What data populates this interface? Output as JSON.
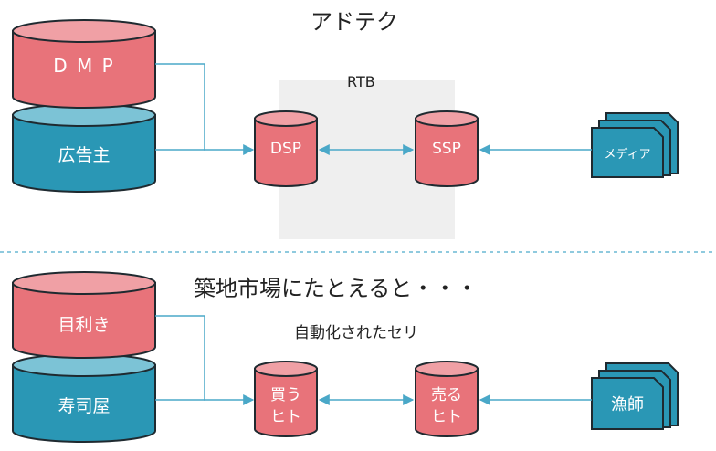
{
  "top": {
    "title": "アドテク",
    "rtb_label": "RTB",
    "dmp": "D M P",
    "advertiser": "広告主",
    "dsp": "DSP",
    "ssp": "SSP",
    "media": "メディア"
  },
  "bottom": {
    "title": "築地市場にたとえると・・・",
    "subtitle": "自動化されたセリ",
    "mekiki": "目利き",
    "sushiya": "寿司屋",
    "buyer_line1": "買う",
    "buyer_line2": "ヒト",
    "seller_line1": "売る",
    "seller_line2": "ヒト",
    "fisherman": "漁師"
  },
  "colors": {
    "red": "#e8737a",
    "red_top": "#f0a0a5",
    "teal": "#2a97b5",
    "teal_top": "#7cc3d6",
    "outline": "#1f2a30",
    "connector": "#4aa8c8",
    "rtb_bg": "#efefef",
    "divider": "#6ab8d4"
  }
}
